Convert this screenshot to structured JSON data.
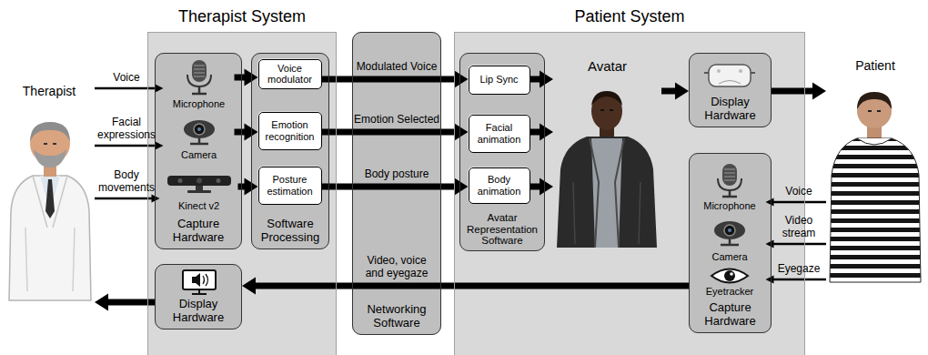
{
  "diagram": {
    "nodes": [
      {
        "text": [
          "Therapist"
        ]
      },
      {
        "text": [
          "Therapist System"
        ]
      },
      {
        "text": [
          "Capture Hardware"
        ],
        "in": 1
      },
      {
        "text": [
          "Microphone"
        ],
        "in": 2
      },
      {
        "text": [
          "Camera"
        ],
        "in": 2
      },
      {
        "text": [
          "Kinect v2"
        ],
        "in": 2
      },
      {
        "text": [
          "Software Processing"
        ],
        "in": 1
      },
      {
        "text": [
          "Voice modulator"
        ],
        "in": 6
      },
      {
        "text": [
          "Emotion recognition"
        ],
        "in": 6
      },
      {
        "text": [
          "Posture estimation"
        ],
        "in": 6
      },
      {
        "text": [
          "Display Hardware"
        ],
        "in": 1
      },
      {
        "text": [
          "Networking Software"
        ]
      },
      {
        "text": [
          "Patient System"
        ]
      },
      {
        "text": [
          "Avatar Representation Software"
        ],
        "in": 12
      },
      {
        "text": [
          "Lip Sync"
        ],
        "in": 13
      },
      {
        "text": [
          "Facial animation"
        ],
        "in": 13
      },
      {
        "text": [
          "Body animation"
        ],
        "in": 13
      },
      {
        "text": [
          "Avatar"
        ],
        "in": 12
      },
      {
        "text": [
          "Display Hardware"
        ],
        "in": 12
      },
      {
        "text": [
          "Capture Hardware"
        ],
        "in": 12
      },
      {
        "text": [
          "Microphone"
        ],
        "in": 19
      },
      {
        "text": [
          "Camera"
        ],
        "in": 19
      },
      {
        "text": [
          "Eyetracker"
        ],
        "in": 19
      },
      {
        "text": [
          "Patient"
        ]
      }
    ],
    "edges": [
      {
        "from": 0,
        "to": 3,
        "label": "Voice",
        "arrow": "to"
      },
      {
        "from": 0,
        "to": 4,
        "label": "Facial expressions",
        "arrow": "to"
      },
      {
        "from": 0,
        "to": 5,
        "label": "Body movements",
        "arrow": "to"
      },
      {
        "from": 3,
        "to": 7,
        "arrow": "to"
      },
      {
        "from": 4,
        "to": 8,
        "arrow": "to"
      },
      {
        "from": 5,
        "to": 9,
        "arrow": "to"
      },
      {
        "from": 7,
        "to": 14,
        "label": "Modulated Voice",
        "arrow": "to"
      },
      {
        "from": 8,
        "to": 15,
        "label": "Emotion Selected",
        "arrow": "to"
      },
      {
        "from": 9,
        "to": 16,
        "label": "Body posture",
        "arrow": "to"
      },
      {
        "from": 14,
        "to": 17,
        "arrow": "to"
      },
      {
        "from": 15,
        "to": 17,
        "arrow": "to"
      },
      {
        "from": 16,
        "to": 17,
        "arrow": "to"
      },
      {
        "from": 17,
        "to": 18,
        "arrow": "to"
      },
      {
        "from": 18,
        "to": 23,
        "arrow": "to"
      },
      {
        "from": 23,
        "to": 20,
        "label": "Voice",
        "arrow": "to"
      },
      {
        "from": 23,
        "to": 21,
        "label": "Video stream",
        "arrow": "to"
      },
      {
        "from": 23,
        "to": 22,
        "label": "Eyegaze",
        "arrow": "to"
      },
      {
        "from": 19,
        "to": 10,
        "label": "Video, voice and eyegaze",
        "arrow": "to"
      },
      {
        "from": 10,
        "to": 0,
        "arrow": "to"
      }
    ]
  }
}
